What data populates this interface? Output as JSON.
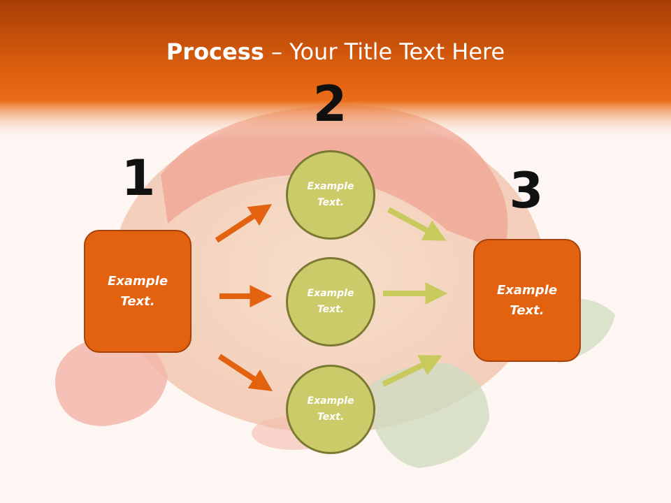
{
  "title": {
    "bold": "Process",
    "rest": " – Your Title Text Here"
  },
  "steps": [
    {
      "number": "1",
      "label": "Example\nText."
    },
    {
      "number": "2",
      "label": "Example\nText."
    },
    {
      "number": "3",
      "label": "Example\nText."
    }
  ],
  "circles": [
    {
      "label": "Example\nText."
    },
    {
      "label": "Example\nText."
    },
    {
      "label": "Example\nText."
    }
  ],
  "colors": {
    "header": "#e2620f",
    "box": "#e2620f",
    "circle": "#cccb6a",
    "arrow_left": "#e2620f",
    "arrow_right": "#c9ca5e"
  }
}
